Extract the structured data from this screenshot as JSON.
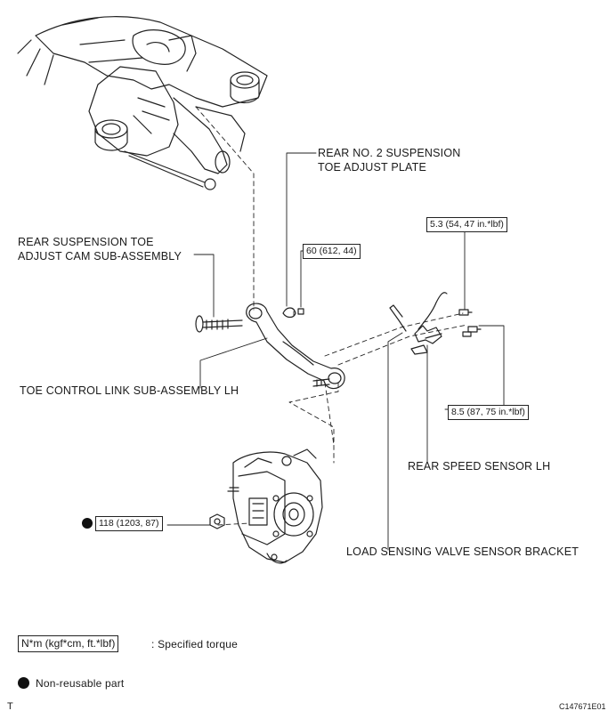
{
  "labels": {
    "toe_adjust_plate_l1": "REAR NO. 2 SUSPENSION",
    "toe_adjust_plate_l2": "TOE ADJUST PLATE",
    "toe_cam_l1": "REAR SUSPENSION TOE",
    "toe_cam_l2": "ADJUST CAM SUB-ASSEMBLY",
    "toe_link": "TOE CONTROL LINK SUB-ASSEMBLY LH",
    "speed_sensor": "REAR SPEED SENSOR LH",
    "lsv_bracket": "LOAD SENSING VALVE SENSOR BRACKET"
  },
  "torques": {
    "t1": "5.3 (54, 47 in.*lbf)",
    "t2": "60 (612, 44)",
    "t3": "8.5 (87, 75 in.*lbf)",
    "t4": "118 (1203, 87)"
  },
  "legend": {
    "torque_box": "N*m (kgf*cm, ft.*lbf)",
    "torque_text": ": Specified torque",
    "nonreusable_text": "Non-reusable part"
  },
  "corner_t": "T",
  "figure_id": "C147671E01"
}
